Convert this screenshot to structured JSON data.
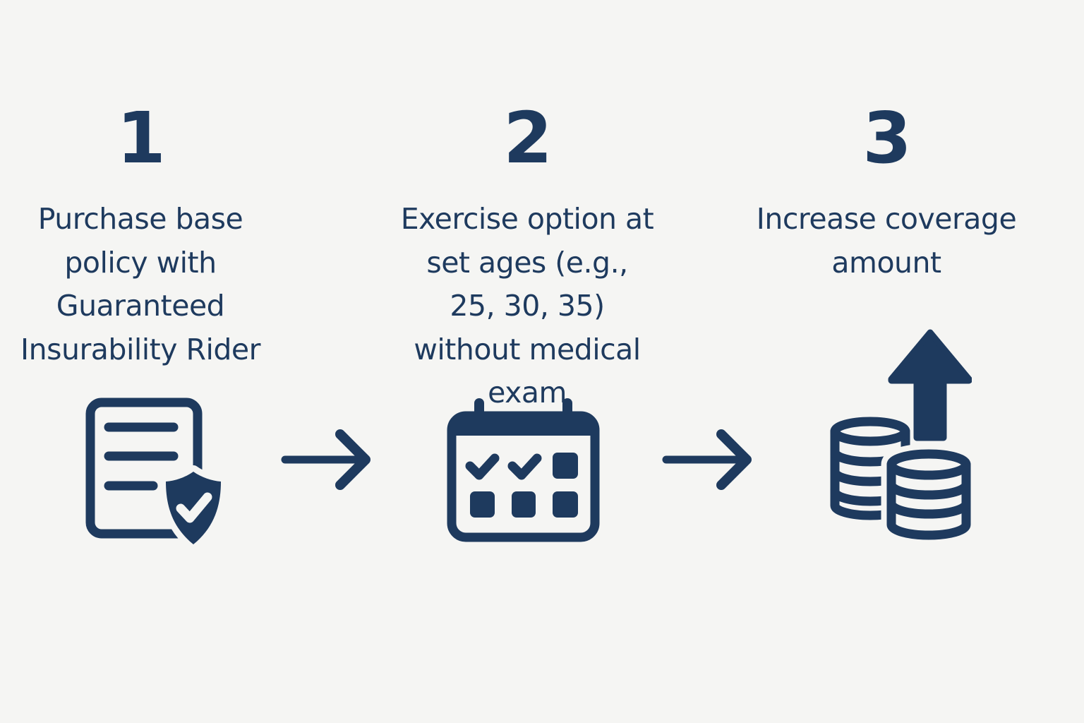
{
  "colors": {
    "accent": "#1e3a5e",
    "background": "#f5f5f3"
  },
  "diagram": {
    "type": "process-flow",
    "direction": "left-to-right",
    "connector": "arrow-right",
    "steps": [
      {
        "number": "1",
        "label": "Purchase base policy with Guaranteed Insurability Rider",
        "lines": [
          "Purchase base",
          "policy with",
          "Guaranteed",
          "Insurability Rider"
        ],
        "icon": "policy-document-shield-check-icon"
      },
      {
        "number": "2",
        "label": "Exercise option at set ages (e.g., 25, 30, 35) without medical exam",
        "lines": [
          "Exercise option at",
          "set ages (e.g.,",
          "25, 30, 35)",
          "without medical exam"
        ],
        "icon": "calendar-checklist-icon"
      },
      {
        "number": "3",
        "label": "Increase coverage amount",
        "lines": [
          "Increase coverage",
          "amount"
        ],
        "icon": "coins-up-arrow-icon"
      }
    ]
  }
}
